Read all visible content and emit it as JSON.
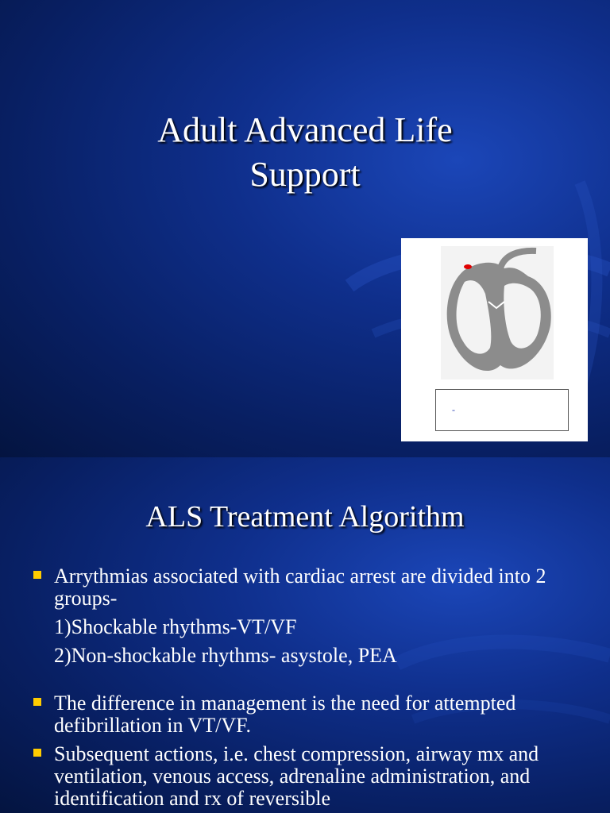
{
  "slide1": {
    "title_line1": "Adult Advanced Life",
    "title_line2": "Support",
    "image": {
      "name": "heart-diagram",
      "caption": "-"
    }
  },
  "slide2": {
    "title": "ALS Treatment Algorithm",
    "bullets": [
      {
        "text": "Arrythmias associated with cardiac arrest are divided into 2 groups-",
        "sublines": [
          "1)Shockable rhythms-VT/VF",
          "2)Non-shockable rhythms- asystole, PEA"
        ]
      },
      {
        "text": "The difference in management is the need for attempted defibrillation in VT/VF."
      },
      {
        "text": "Subsequent actions, i.e. chest compression, airway mx and ventilation, venous access, adrenaline administration, and identification and rx of reversible"
      }
    ]
  },
  "colors": {
    "background": "#0f2f8c",
    "bullet": "#ffcc00",
    "text": "#ffffff"
  }
}
